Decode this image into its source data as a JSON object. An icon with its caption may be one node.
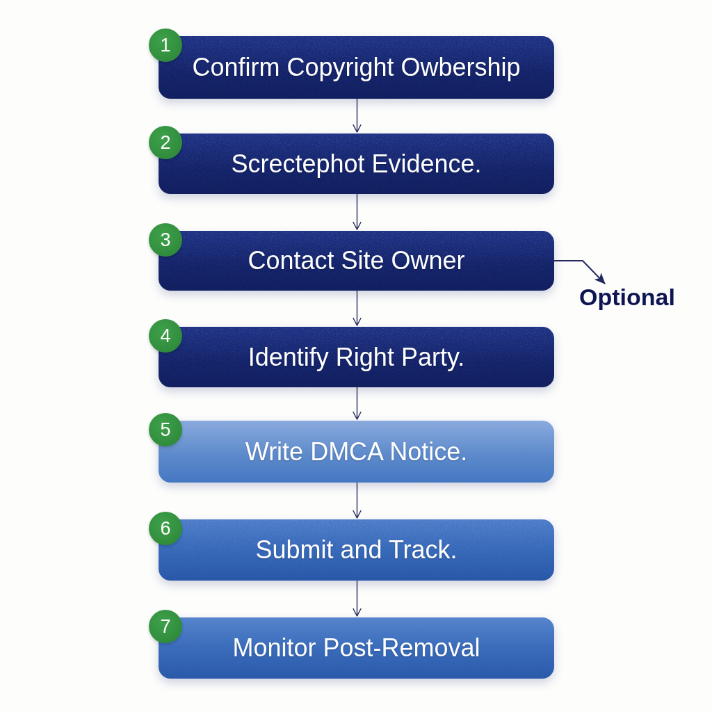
{
  "diagram": {
    "nodes": [
      {
        "text": [
          "1",
          "Confirm Copyright Owbership"
        ]
      },
      {
        "text": [
          "2",
          "Screctephot Evidence."
        ]
      },
      {
        "text": [
          "3",
          "Contact Site Owner"
        ]
      },
      {
        "text": [
          "4",
          "Identify Right Party."
        ]
      },
      {
        "text": [
          "5",
          "Write DMCA Notice."
        ]
      },
      {
        "text": [
          "6",
          "Submit and Track."
        ]
      },
      {
        "text": [
          "7",
          "Monitor Post-Removal"
        ]
      },
      {
        "text": [
          "Optional"
        ]
      }
    ],
    "edges": [
      {
        "from": 0,
        "to": 1,
        "arrow": "to"
      },
      {
        "from": 1,
        "to": 2,
        "arrow": "to"
      },
      {
        "from": 2,
        "to": 3,
        "arrow": "to"
      },
      {
        "from": 3,
        "to": 4,
        "arrow": "to"
      },
      {
        "from": 4,
        "to": 5,
        "arrow": "to"
      },
      {
        "from": 5,
        "to": 6,
        "arrow": "to"
      },
      {
        "from": 2,
        "to": 7,
        "arrow": "to"
      }
    ]
  }
}
